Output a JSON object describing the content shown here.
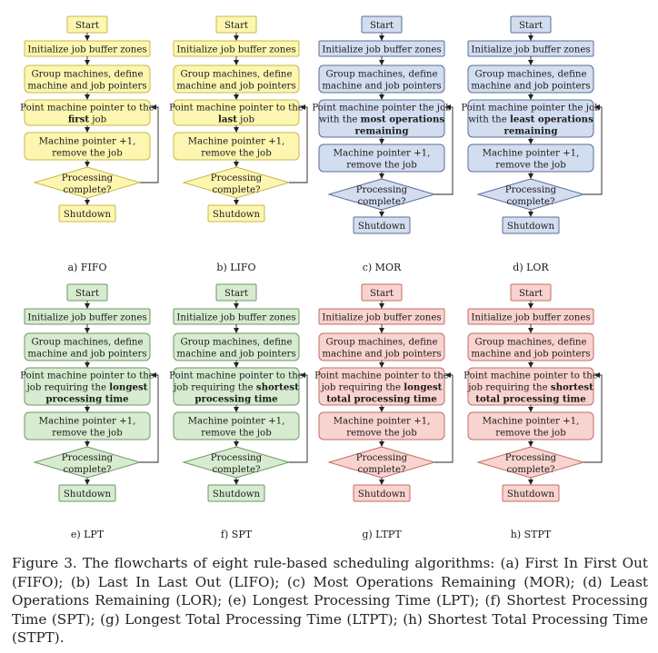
{
  "labels": {
    "start": "Start",
    "init": "Initialize job buffer zones",
    "group": [
      "Group machines, define",
      "machine and job pointers"
    ],
    "move": [
      "Machine pointer +1,",
      "remove the job"
    ],
    "decision": [
      "Processing",
      "complete?"
    ],
    "shutdown": "Shutdown"
  },
  "colors": {
    "yellow": {
      "fill": "#fdf6b0",
      "stroke": "#c9b84a"
    },
    "blue": {
      "fill": "#d3ddf0",
      "stroke": "#5a6f99"
    },
    "green": {
      "fill": "#d7ebd0",
      "stroke": "#6d9a62"
    },
    "red": {
      "fill": "#f8d3cf",
      "stroke": "#c06f66"
    }
  },
  "panels": [
    {
      "id": "a",
      "label": "a) FIFO",
      "color": "yellow",
      "point": [
        [
          {
            "t": "Point machine pointer to the"
          }
        ],
        [
          {
            "t": "first",
            "b": true
          },
          {
            "t": " job"
          }
        ]
      ]
    },
    {
      "id": "b",
      "label": "b) LIFO",
      "color": "yellow",
      "point": [
        [
          {
            "t": "Point machine pointer to the"
          }
        ],
        [
          {
            "t": "last",
            "b": true
          },
          {
            "t": " job"
          }
        ]
      ]
    },
    {
      "id": "c",
      "label": "c) MOR",
      "color": "blue",
      "point": [
        [
          {
            "t": "Point machine pointer the job"
          }
        ],
        [
          {
            "t": "with the "
          },
          {
            "t": "most operations",
            "b": true
          }
        ],
        [
          {
            "t": "remaining",
            "b": true
          }
        ]
      ]
    },
    {
      "id": "d",
      "label": "d) LOR",
      "color": "blue",
      "point": [
        [
          {
            "t": "Point machine pointer the job"
          }
        ],
        [
          {
            "t": "with the "
          },
          {
            "t": "least operations",
            "b": true
          }
        ],
        [
          {
            "t": "remaining",
            "b": true
          }
        ]
      ]
    },
    {
      "id": "e",
      "label": "e) LPT",
      "color": "green",
      "point": [
        [
          {
            "t": "Point machine pointer to the"
          }
        ],
        [
          {
            "t": "job requiring the "
          },
          {
            "t": "longest",
            "b": true
          }
        ],
        [
          {
            "t": "processing time",
            "b": true
          }
        ]
      ]
    },
    {
      "id": "f",
      "label": "f) SPT",
      "color": "green",
      "point": [
        [
          {
            "t": "Point machine pointer to the"
          }
        ],
        [
          {
            "t": "job requiring the "
          },
          {
            "t": "shortest",
            "b": true
          }
        ],
        [
          {
            "t": "processing time",
            "b": true
          }
        ]
      ]
    },
    {
      "id": "g",
      "label": "g) LTPT",
      "color": "red",
      "point": [
        [
          {
            "t": "Point machine pointer to the"
          }
        ],
        [
          {
            "t": "job requiring the "
          },
          {
            "t": "longest",
            "b": true
          }
        ],
        [
          {
            "t": "total processing time",
            "b": true
          }
        ]
      ]
    },
    {
      "id": "h",
      "label": "h) STPT",
      "color": "red",
      "point": [
        [
          {
            "t": "Point machine pointer to the"
          }
        ],
        [
          {
            "t": "job requiring the "
          },
          {
            "t": "shortest",
            "b": true
          }
        ],
        [
          {
            "t": "total processing time",
            "b": true
          }
        ]
      ]
    }
  ],
  "caption": "Figure 3. The flowcharts of eight rule-based scheduling algorithms: (a) First In First Out (FIFO); (b) Last In Last Out (LIFO); (c) Most Operations Remaining (MOR); (d) Least Operations Remaining (LOR); (e) Longest Processing Time (LPT); (f) Shortest Processing Time (SPT); (g) Longest Total Processing Time (LTPT); (h) Shortest Total Processing Time (STPT)."
}
